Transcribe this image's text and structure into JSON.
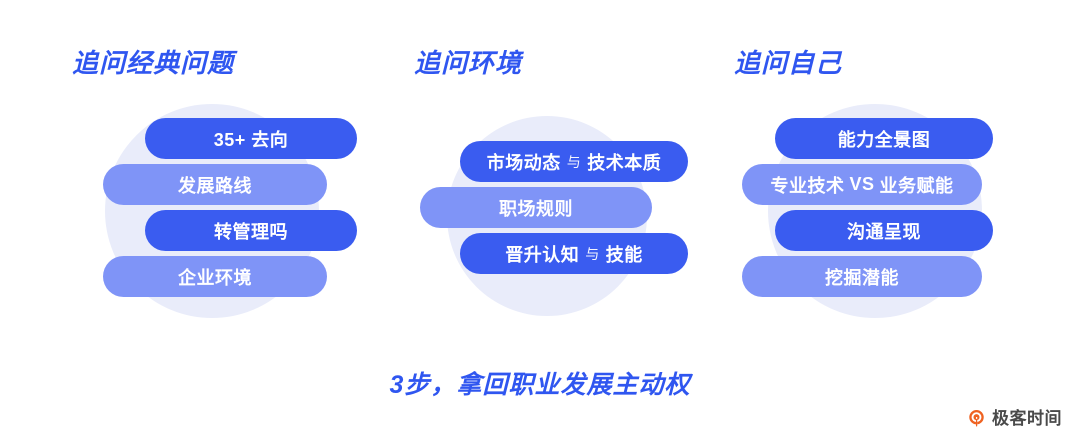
{
  "columns": [
    {
      "title": "追问经典问题",
      "pills": [
        {
          "style": "dark",
          "text": "35+ 去向"
        },
        {
          "style": "light",
          "text": "发展路线"
        },
        {
          "style": "dark",
          "text": "转管理吗"
        },
        {
          "style": "light",
          "text": "企业环境"
        }
      ]
    },
    {
      "title": "追问环境",
      "pills": [
        {
          "style": "dark",
          "text": "市场动态",
          "conj": "与",
          "text2": "技术本质"
        },
        {
          "style": "light",
          "text": "职场规则"
        },
        {
          "style": "dark",
          "text": "晋升认知",
          "conj": "与",
          "text2": "技能"
        }
      ]
    },
    {
      "title": "追问自己",
      "pills": [
        {
          "style": "dark",
          "text": "能力全景图"
        },
        {
          "style": "light",
          "text": "专业技术",
          "vs": "VS",
          "text2": "业务赋能"
        },
        {
          "style": "dark",
          "text": "沟通呈现"
        },
        {
          "style": "light",
          "text": "挖掘潜能"
        }
      ]
    }
  ],
  "caption": "3步，拿回职业发展主动权",
  "logo": {
    "text": "极客时间",
    "icon": "geektime-logo-icon",
    "icon_color": "#ef6221"
  },
  "colors": {
    "background": "#ffffff",
    "title_blue": "#2f56f0",
    "pill_dark": "#3a5cf0",
    "pill_light": "#7f94f7",
    "blob": "#e9ecfa",
    "logo_text": "#4a4a4a"
  }
}
